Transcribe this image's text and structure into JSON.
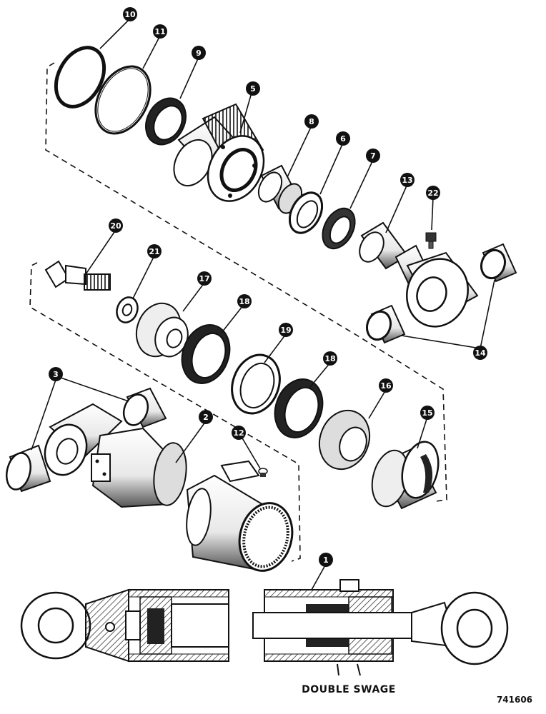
{
  "figure_id": "741606",
  "section_label": "DOUBLE SWAGE",
  "colors": {
    "ink": "#111111",
    "paper": "#ffffff",
    "hatch": "#222222"
  },
  "callouts": {
    "c1": "1",
    "c2": "2",
    "c3": "3",
    "c5": "5",
    "c6": "6",
    "c7": "7",
    "c8": "8",
    "c9": "9",
    "c10": "10",
    "c11": "11",
    "c12": "12",
    "c13": "13",
    "c14": "14",
    "c15": "15",
    "c16": "16",
    "c17": "17",
    "c18a": "18",
    "c18b": "18",
    "c19": "19",
    "c20": "20",
    "c21": "21",
    "c22": "22"
  }
}
